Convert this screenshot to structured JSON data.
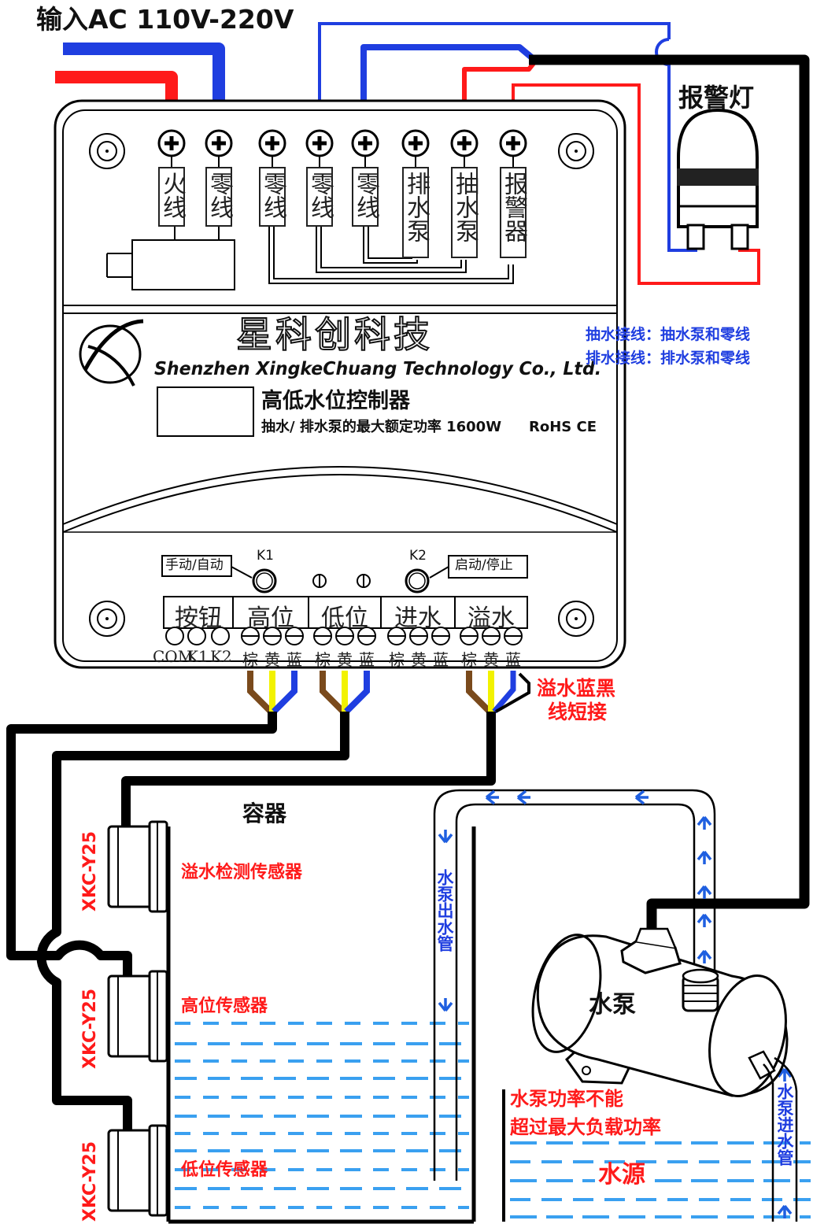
{
  "input_label": "输入AC 110V-220V",
  "alarm_label": "报警灯",
  "terminals": [
    {
      "label": "火线"
    },
    {
      "label": "零线"
    },
    {
      "label": "零线"
    },
    {
      "label": "零线"
    },
    {
      "label": "零线"
    },
    {
      "label": "排水泵"
    },
    {
      "label": "抽水泵"
    },
    {
      "label": "报警器"
    }
  ],
  "brand": {
    "name_cn": "星科创科技",
    "name_en": "Shenzhen XingkeChuang Technology Co., Ltd."
  },
  "product": {
    "name": "高低水位控制器",
    "spec": "抽水/ 排水泵的最大额定功率 1600W",
    "cert": "RoHS CE"
  },
  "notes": {
    "pump_in": "抽水接线：抽水泵和零线",
    "pump_out": "排水接线：排水泵和零线"
  },
  "controls": {
    "manual_auto": "手动/自动",
    "k1": "K1",
    "k2": "K2",
    "start_stop": "启动/停止"
  },
  "sections": [
    "按钮",
    "高位",
    "低位",
    "进水",
    "溢水"
  ],
  "pins": [
    "COM",
    "K1",
    "K2",
    "棕",
    "黄",
    "蓝",
    "棕",
    "黄",
    "蓝",
    "棕",
    "黄",
    "蓝",
    "棕",
    "黄",
    "蓝"
  ],
  "overflow_note": [
    "溢水蓝黑",
    "线短接"
  ],
  "container_label": "容器",
  "sensors": [
    {
      "model": "XKC-Y25",
      "label": "溢水检测传感器"
    },
    {
      "model": "XKC-Y25",
      "label": "高位传感器"
    },
    {
      "model": "XKC-Y25",
      "label": "低位传感器"
    }
  ],
  "pump_outlet_label": "水泵出水管",
  "pump_label": "水泵",
  "pump_inlet_label": "水泵进水管",
  "power_note": [
    "水泵功率不能",
    "超过最大负载功率"
  ],
  "water_source_label": "水源",
  "colors": {
    "red": "#ff1a1a",
    "blue": "#1f3ee0",
    "brown": "#7a4a1c",
    "yellow": "#f2f200",
    "water": "#3aa0f0",
    "black": "#000000"
  }
}
